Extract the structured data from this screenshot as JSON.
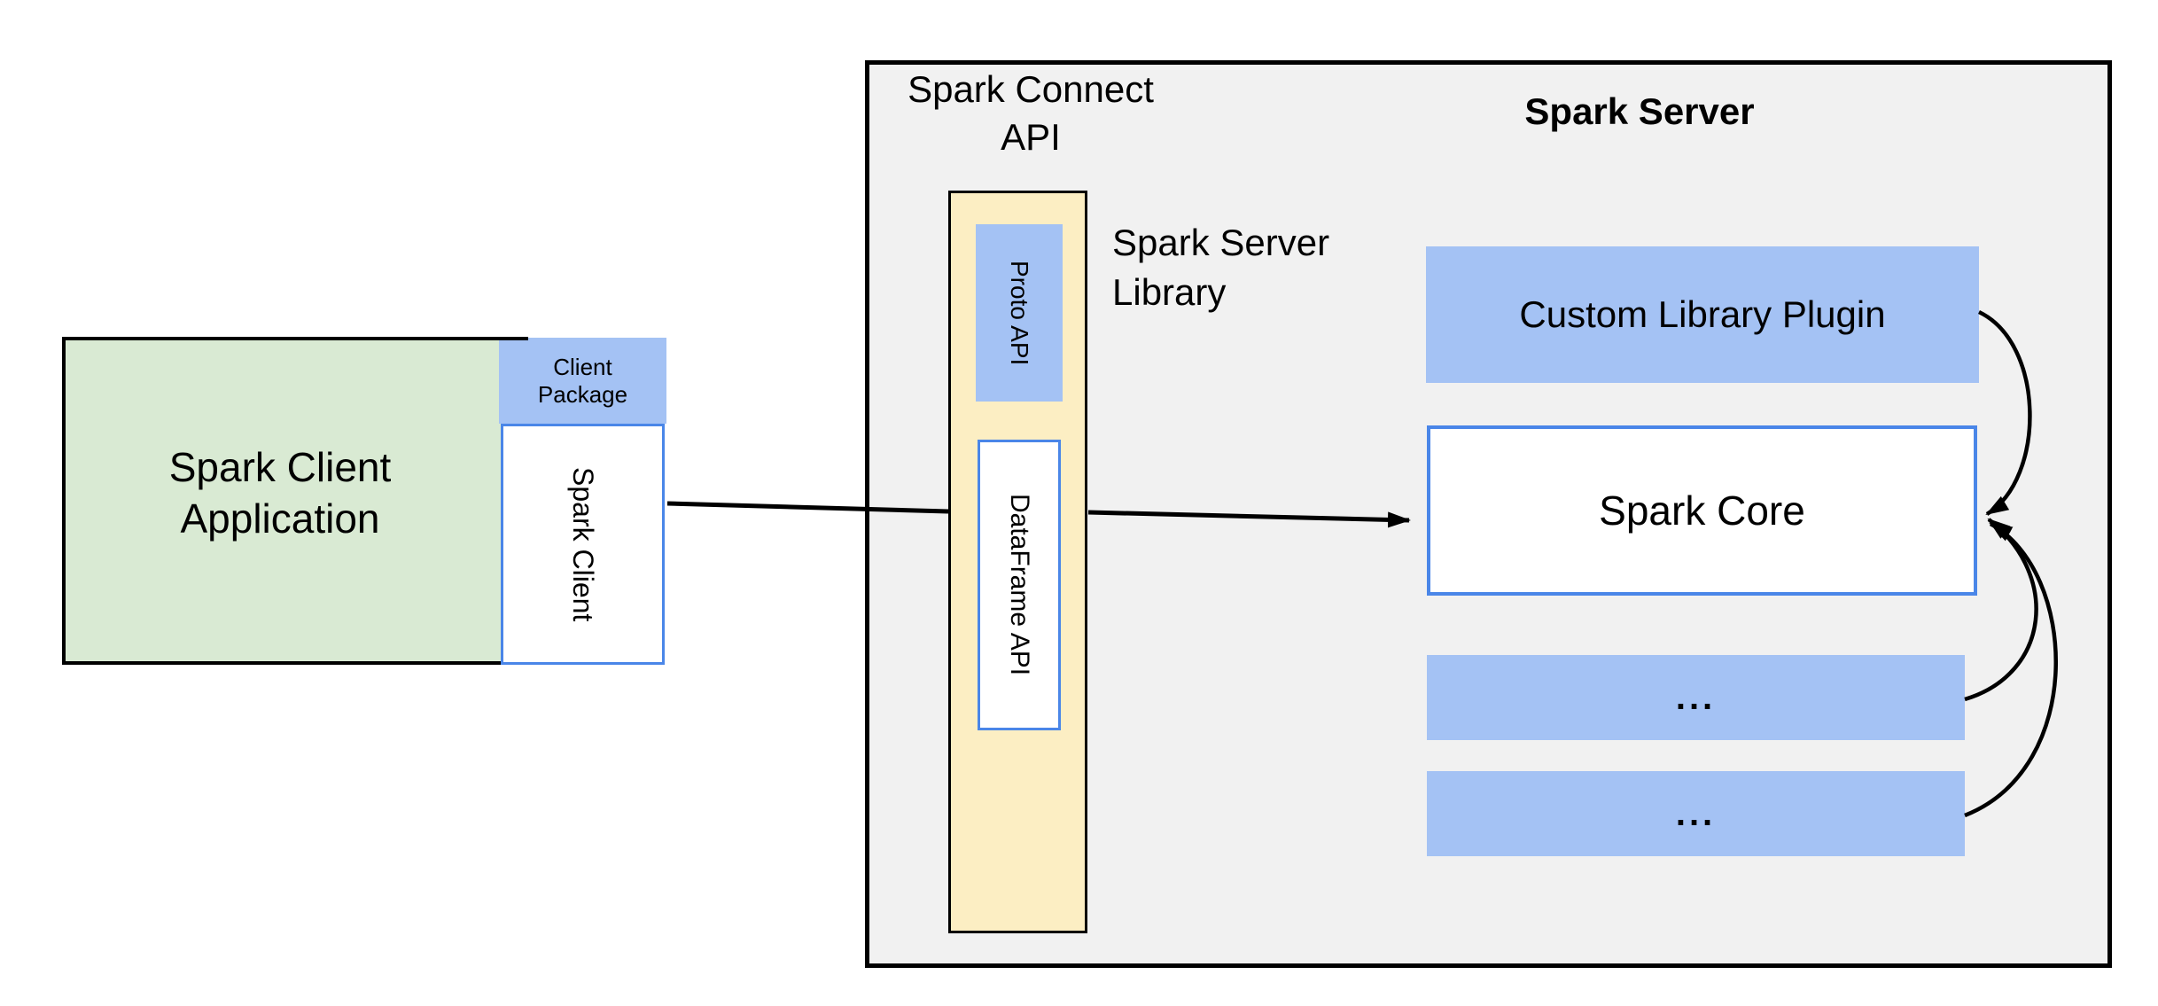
{
  "colors": {
    "canvas-bg": "#ffffff",
    "panel-gray": "#f1f1f1",
    "green-fill": "#d9ead3",
    "blue-fill": "#a4c2f4",
    "yellow-fill": "#fceec3",
    "blue-border": "#4a86e8",
    "line-black": "#000000"
  },
  "client": {
    "application_label": "Spark Client\nApplication",
    "package_label": "Client\nPackage",
    "spark_client_label": "Spark Client"
  },
  "connect_api": {
    "title": "Spark Connect\nAPI",
    "proto_api_label": "Proto API",
    "dataframe_api_label": "DataFrame API",
    "server_library_label": "Spark Server\nLibrary"
  },
  "server": {
    "title": "Spark Server",
    "plugin_label": "Custom Library Plugin",
    "core_label": "Spark Core",
    "more_box_1_label": "...",
    "more_box_2_label": "..."
  }
}
